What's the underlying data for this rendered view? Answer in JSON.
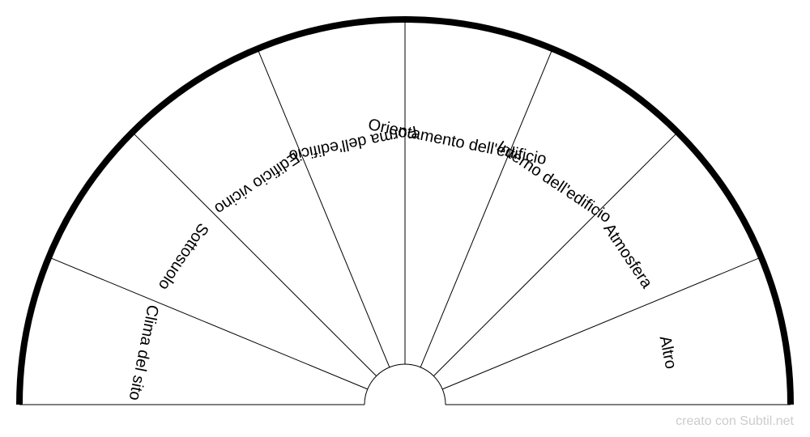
{
  "diagram": {
    "sectors": [
      {
        "label": "Clima del sito"
      },
      {
        "label": "Sottosuolo"
      },
      {
        "label": "Edificio vicino"
      },
      {
        "label": "Forma dell'edificio"
      },
      {
        "label": "Orientamento dell'edificio"
      },
      {
        "label": "Interno dell'edificio"
      },
      {
        "label": "Atmosfera"
      },
      {
        "label": "Altro"
      }
    ],
    "colors": {
      "stroke": "#000000",
      "background": "#ffffff",
      "watermark": "#cccccc"
    }
  },
  "footer": {
    "credit": "creato con Subtil.net"
  }
}
